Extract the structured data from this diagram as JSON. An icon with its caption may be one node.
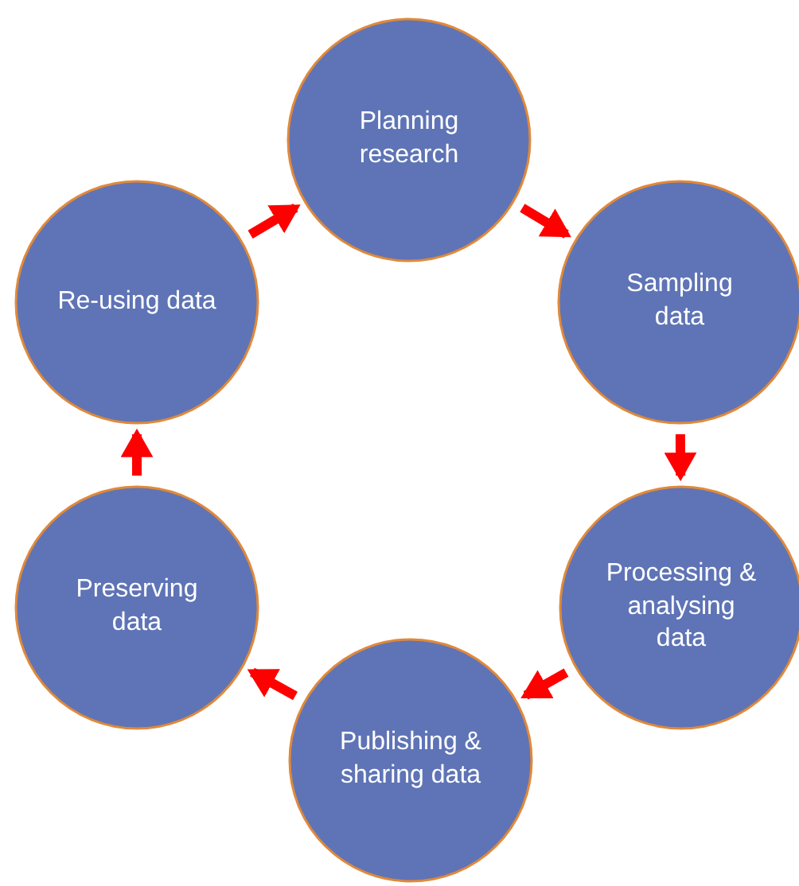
{
  "diagram": {
    "nodes": [
      {
        "text": [
          "Planning research"
        ]
      },
      {
        "text": [
          "Sampling data"
        ]
      },
      {
        "text": [
          "Processing & analysing data"
        ]
      },
      {
        "text": [
          "Publishing & sharing data"
        ]
      },
      {
        "text": [
          "Preserving data"
        ]
      },
      {
        "text": [
          "Re-using data"
        ]
      }
    ],
    "edges": [
      {
        "from": 5,
        "to": 0,
        "arrow": "to",
        "color": "#ff0000"
      },
      {
        "from": 0,
        "to": 1,
        "arrow": "to",
        "color": "#ff0000"
      },
      {
        "from": 1,
        "to": 2,
        "arrow": "to",
        "color": "#ff0000"
      },
      {
        "from": 2,
        "to": 3,
        "arrow": "to",
        "color": "#ff0000"
      },
      {
        "from": 3,
        "to": 4,
        "arrow": "to",
        "color": "#ff0000"
      },
      {
        "from": 4,
        "to": 5,
        "arrow": "to",
        "color": "#ff0000"
      }
    ]
  }
}
